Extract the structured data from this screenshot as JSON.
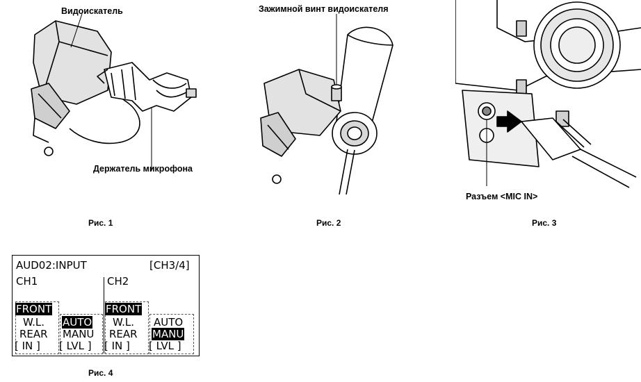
{
  "figure1": {
    "label_viewfinder": "Видоискатель",
    "label_mic_holder": "Держатель микрофона",
    "caption": "Рис. 1"
  },
  "figure2": {
    "label_screw": "Зажимной винт видоискателя",
    "caption": "Рис. 2"
  },
  "figure3": {
    "label_connector": "Разъем <MIC IN>",
    "caption": "Рис. 3"
  },
  "figure4": {
    "caption": "Рис. 4",
    "screen": {
      "title": "AUD02:INPUT",
      "page": "[CH3/4]",
      "ch1": {
        "name": "CH1",
        "opt_front": "FRONT",
        "opt_wl": "W.L.",
        "opt_rear": "REAR",
        "opt_in": "[  IN  ]",
        "opt_auto": "AUTO",
        "opt_manu": "MANU",
        "opt_lvl": "[  LVL ]"
      },
      "ch2": {
        "name": "CH2",
        "opt_front": "FRONT",
        "opt_wl": "W.L.",
        "opt_rear": "REAR",
        "opt_in": "[  IN  ]",
        "opt_auto": "AUTO",
        "opt_manu": "MANU",
        "opt_lvl": "[  LVL ]"
      }
    }
  }
}
